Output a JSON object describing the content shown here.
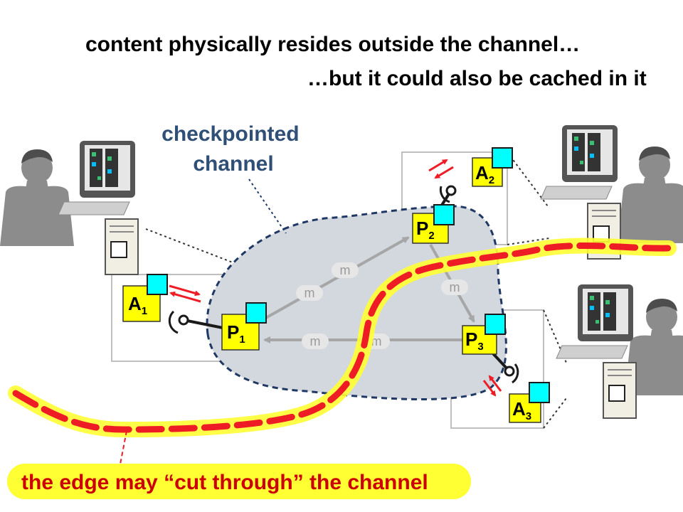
{
  "headline_top": "content physically resides outside the channel…",
  "headline_second": "…but it could also be cached in it",
  "channel_label": [
    "checkpointed",
    "channel"
  ],
  "edge_caption": "the edge may “cut through” the channel",
  "nodes": {
    "p1": {
      "letter": "P",
      "index": "1"
    },
    "p2": {
      "letter": "P",
      "index": "2"
    },
    "p3": {
      "letter": "P",
      "index": "3"
    },
    "a1": {
      "letter": "A",
      "index": "1"
    },
    "a2": {
      "letter": "A",
      "index": "2"
    },
    "a3": {
      "letter": "A",
      "index": "3"
    }
  },
  "message_label": "m",
  "colors": {
    "channel_fill": "#d3d8de",
    "channel_border": "#1f3864",
    "channel_label": "#2f4f77",
    "node_fill": "#ffff00",
    "cache_square": "#00ffff",
    "edge_red": "#ee1c24",
    "edge_glow": "#ffff33",
    "caption_text": "#cc0000",
    "caption_bg": "#ffff33"
  }
}
